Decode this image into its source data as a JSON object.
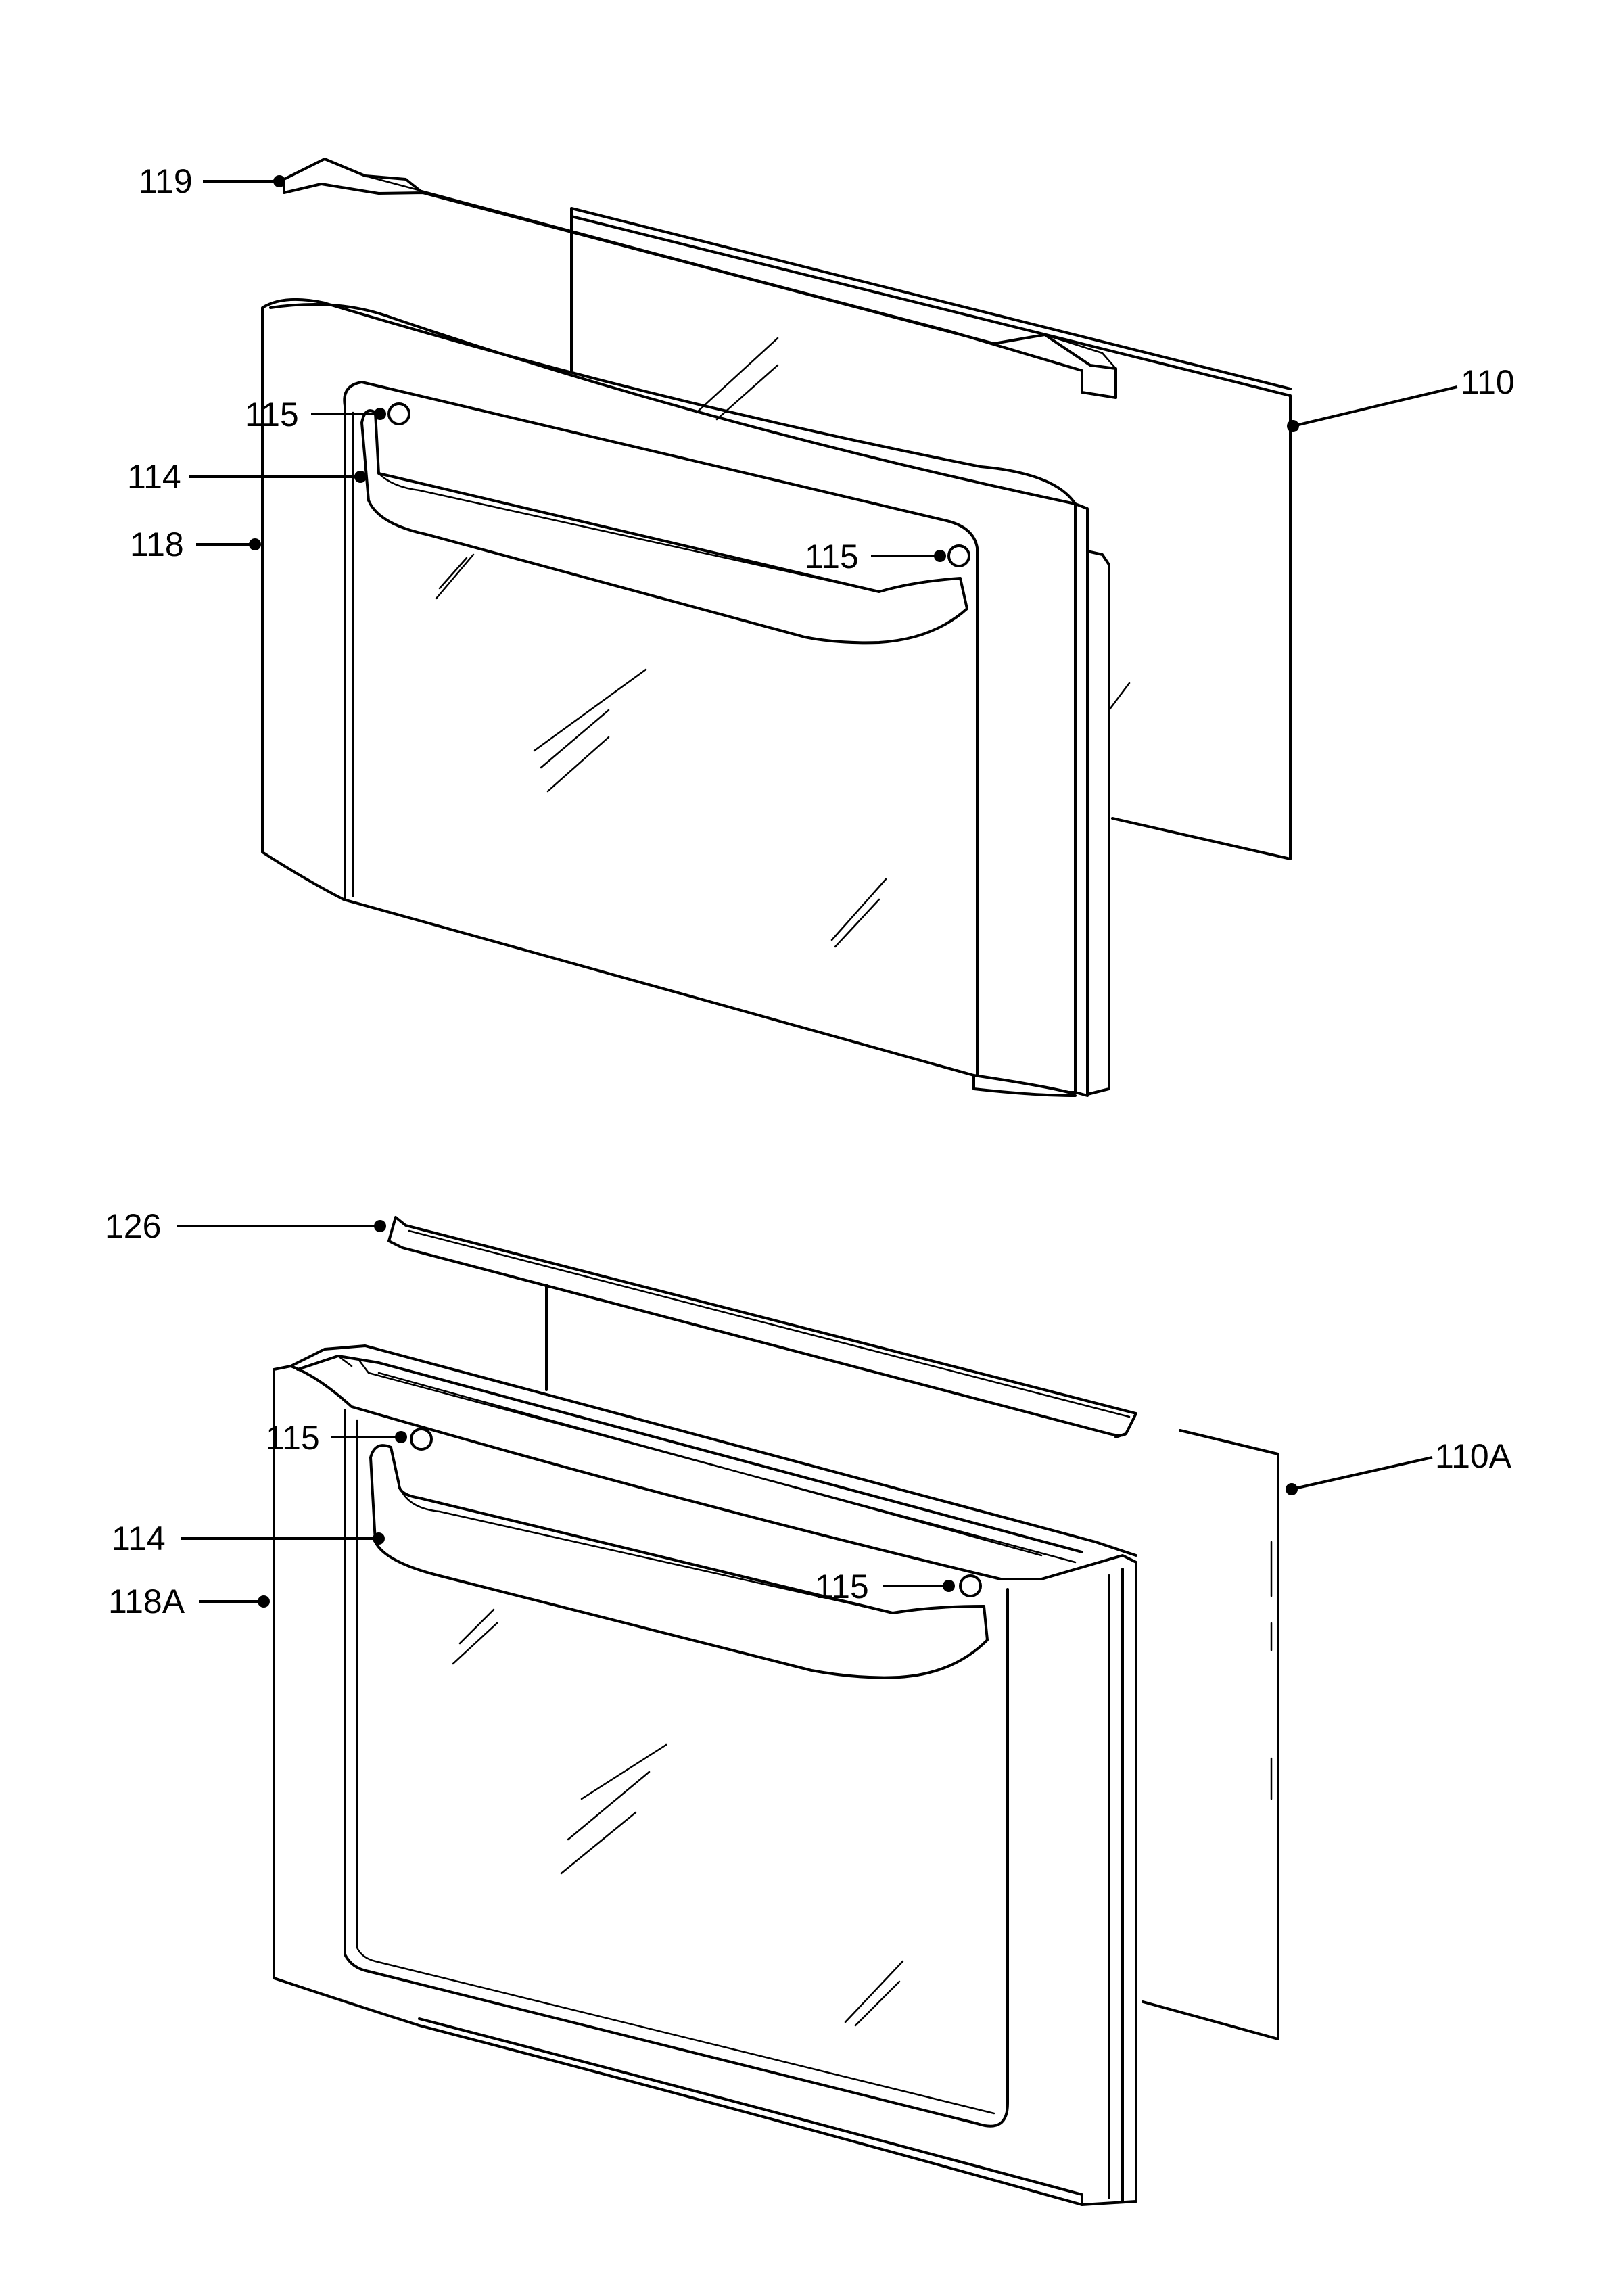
{
  "callouts": {
    "c119": "119",
    "c110": "110",
    "c115_top_left": "115",
    "c114_top": "114",
    "c118": "118",
    "c115_top_right": "115",
    "c126": "126",
    "c110a": "110A",
    "c115_bot_left": "115",
    "c114_bot": "114",
    "c118a": "118A",
    "c115_bot_right": "115"
  }
}
